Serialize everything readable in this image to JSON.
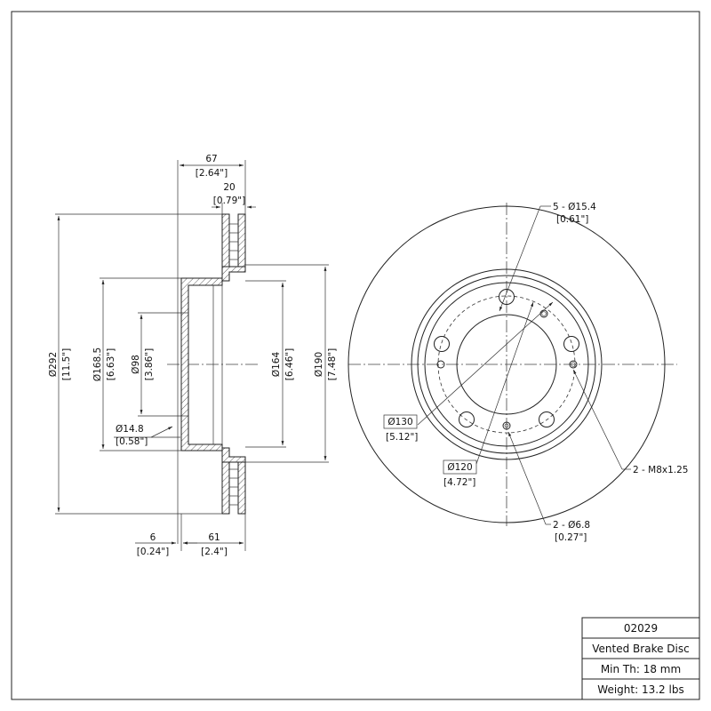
{
  "side_view": {
    "dims": {
      "overall_height": {
        "mm": "67",
        "in": "[2.64\"]"
      },
      "disc_thickness": {
        "mm": "20",
        "in": "[0.79\"]"
      },
      "outer_diameter": {
        "mm": "Ø292",
        "in": "[11.5\"]"
      },
      "hat_diameter": {
        "mm": "Ø168.5",
        "in": "[6.63\"]"
      },
      "center_bore": {
        "mm": "Ø98",
        "in": "[3.86\"]"
      },
      "hole_diameter": {
        "mm": "Ø14.8",
        "in": "[0.58\"]"
      },
      "inner_diameter": {
        "mm": "Ø164",
        "in": "[6.46\"]"
      },
      "friction_inner": {
        "mm": "Ø190",
        "in": "[7.48\"]"
      },
      "hat_thickness": {
        "mm": "6",
        "in": "[0.24\"]"
      },
      "hat_depth": {
        "mm": "61",
        "in": "[2.4\"]"
      }
    }
  },
  "front_view": {
    "callouts": {
      "bolt_holes": {
        "mm": "5 - Ø15.4",
        "in": "[0.61\"]"
      },
      "bolt_circle": {
        "mm": "Ø130",
        "in": "[5.12\"]"
      },
      "pilot_circle": {
        "mm": "Ø120",
        "in": "[4.72\"]"
      },
      "threaded_holes": {
        "label": "2 - M8x1.25"
      },
      "small_holes": {
        "mm": "2 - Ø6.8",
        "in": "[0.27\"]"
      }
    }
  },
  "title_block": {
    "part_number": "02029",
    "description": "Vented Brake Disc",
    "min_thickness": "Min Th: 18 mm",
    "weight": "Weight: 13.2 lbs"
  }
}
